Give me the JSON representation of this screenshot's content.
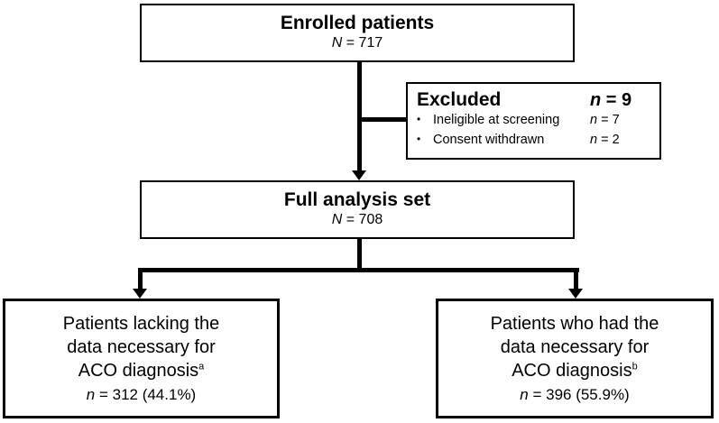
{
  "colors": {
    "border": "#000000",
    "background": "#ffffff",
    "text": "#000000",
    "line": "#000000"
  },
  "flowchart": {
    "enrolled": {
      "title": "Enrolled patients",
      "count_var": "N",
      "count_rest": " = 717"
    },
    "excluded": {
      "title": "Excluded",
      "count_var": "n",
      "count_rest": " = 9",
      "items": [
        {
          "bullet": "•",
          "label": "Ineligible at screening",
          "count_var": "n",
          "count_rest": " = 7"
        },
        {
          "bullet": "•",
          "label": "Consent withdrawn",
          "count_var": "n",
          "count_rest": " = 2"
        }
      ]
    },
    "full_analysis": {
      "title": "Full analysis set",
      "count_var": "N",
      "count_rest": " = 708"
    },
    "lacking": {
      "line1": "Patients lacking the",
      "line2": "data necessary for",
      "line3": "ACO diagnosis",
      "sup": "a",
      "count_var": "n",
      "count_rest": " = 312 (44.1%)"
    },
    "had": {
      "line1": "Patients who had the",
      "line2": "data necessary for",
      "line3": "ACO diagnosis",
      "sup": "b",
      "count_var": "n",
      "count_rest": " = 396 (55.9%)"
    }
  }
}
